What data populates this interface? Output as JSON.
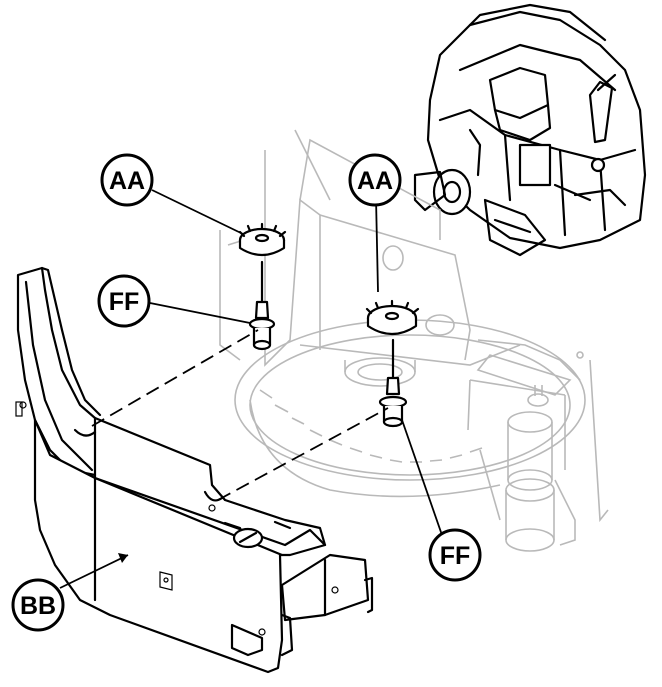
{
  "callouts": {
    "aa_left": "AA",
    "aa_right": "AA",
    "ff_left": "FF",
    "ff_right": "FF",
    "bb": "BB"
  },
  "colors": {
    "line": "#000000",
    "ghost_line": "#b9b9b9",
    "background": "#ffffff"
  }
}
